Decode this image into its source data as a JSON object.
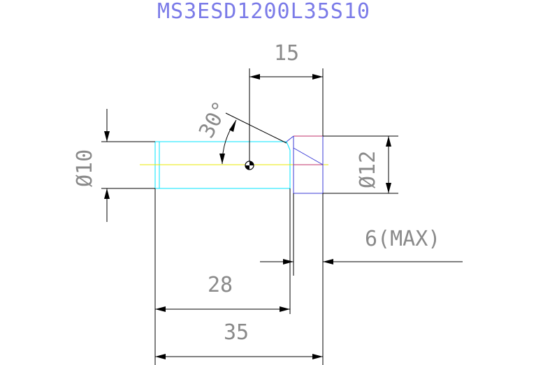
{
  "title": "MS3ESD1200L35S10",
  "dimensions": {
    "top_length": "15",
    "angle": "30°",
    "shank_diameter": "Ø10",
    "head_diameter": "Ø12",
    "max_note": "6(MAX)",
    "length_28": "28",
    "length_35": "35"
  },
  "colors": {
    "background": "#ffffff",
    "title": "#7b7be8",
    "dimension_text": "#8a8a8a",
    "dimension_line": "#000000",
    "shank_outline": "#00e5ff",
    "centerline": "#e8e800",
    "head_outline": "#3b3bd6",
    "head_accent": "#c0306a"
  }
}
